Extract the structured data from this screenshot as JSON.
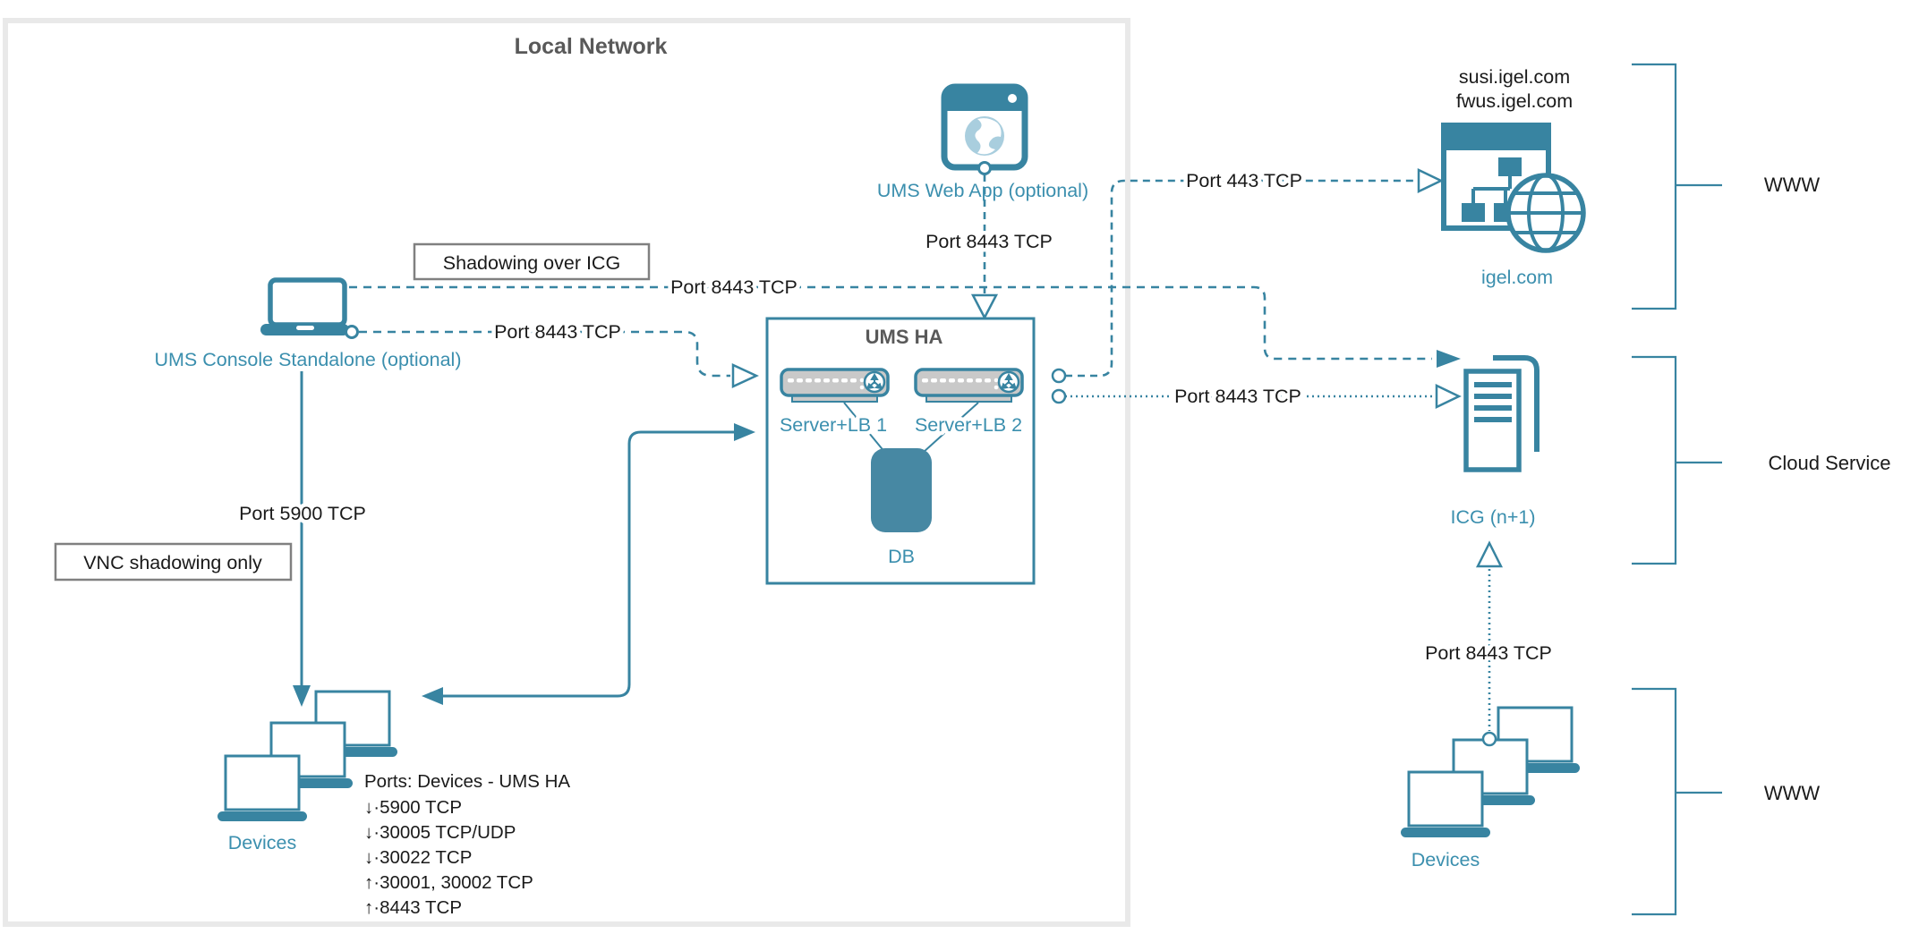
{
  "diagram_title": "Local Network",
  "colors": {
    "teal_stroke": "#3884a1",
    "teal_text": "#3b8fae",
    "gray_title": "#595959",
    "black_label": "#1a1a1a",
    "local_network_border": "#e9e9e9",
    "note_border": "#808080",
    "server_fill": "#c9c9c9"
  },
  "local_network": {
    "title": "Local Network"
  },
  "nodes": {
    "ums_console": {
      "label": "UMS Console Standalone (optional)"
    },
    "ums_web_app": {
      "label": "UMS Web App (optional)"
    },
    "ums_ha": {
      "title": "UMS HA",
      "server1": "Server+LB 1",
      "server2": "Server+LB 2",
      "db": "DB"
    },
    "devices_left": {
      "label": "Devices"
    },
    "devices_right": {
      "label": "Devices"
    },
    "igel": {
      "domain1": "susi.igel.com",
      "domain2": "fwus.igel.com",
      "label": "igel.com"
    },
    "icg": {
      "label": "ICG (n+1)"
    }
  },
  "edges": {
    "shadowing_port": "Port 8443 TCP",
    "console_to_ums_port": "Port 8443 TCP",
    "webapp_to_ums_port": "Port 8443 TCP",
    "ums_to_igel_port": "Port 443 TCP",
    "ums_to_icg_port": "Port 8443 TCP",
    "console_to_devices_port": "Port 5900 TCP",
    "devices_to_icg_port": "Port 8443 TCP"
  },
  "notes": {
    "shadowing": "Shadowing over ICG",
    "vnc": "VNC shadowing only"
  },
  "ports_note": {
    "title": "Ports: Devices - UMS HA",
    "items": [
      "↓·5900 TCP",
      "↓·30005 TCP/UDP",
      "↓·30022 TCP",
      "↑·30001, 30002 TCP",
      "↑·8443 TCP"
    ]
  },
  "zones": {
    "www_top": "WWW",
    "cloud": "Cloud Service",
    "www_bottom": "WWW"
  }
}
